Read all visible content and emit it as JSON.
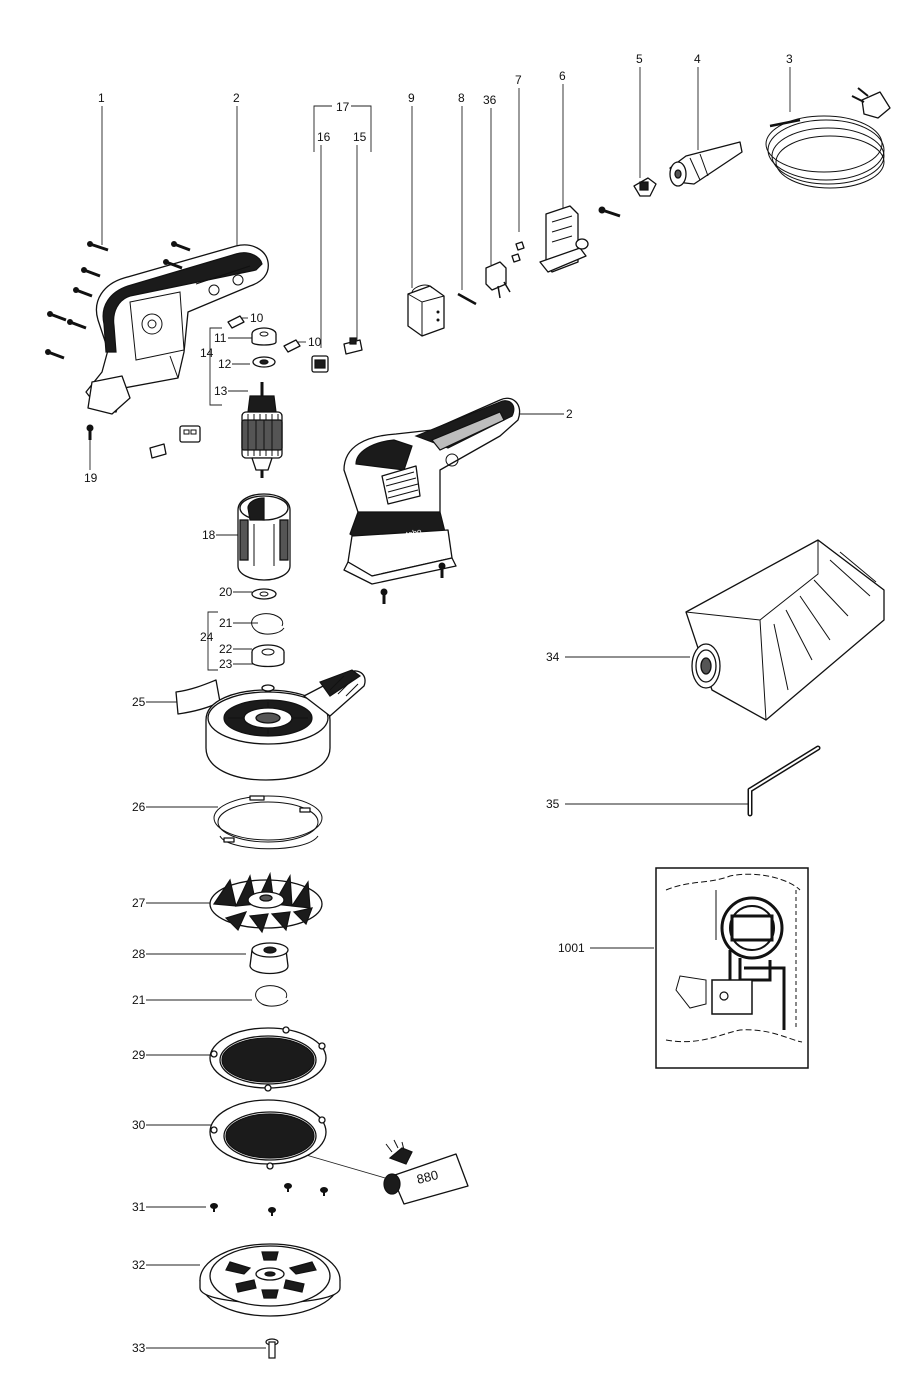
{
  "callouts": {
    "c1": "1",
    "c2": "2",
    "c2b": "2",
    "c3": "3",
    "c4": "4",
    "c5": "5",
    "c6": "6",
    "c7": "7",
    "c8": "8",
    "c9": "9",
    "c10": "10",
    "c10b": "10",
    "c11": "11",
    "c12": "12",
    "c13": "13",
    "c14": "14",
    "c15": "15",
    "c16": "16",
    "c17": "17",
    "c18": "18",
    "c19": "19",
    "c20": "20",
    "c21": "21",
    "c21b": "21",
    "c22": "22",
    "c23": "23",
    "c24": "24",
    "c25": "25",
    "c26": "26",
    "c27": "27",
    "c28": "28",
    "c29": "29",
    "c30": "30",
    "c31": "31",
    "c32": "32",
    "c33": "33",
    "c34": "34",
    "c35": "35",
    "c36": "36",
    "c1001": "1001"
  },
  "product_labels": {
    "grease_tube": "880",
    "housing_brand": "metabo"
  },
  "icons": [
    "screw-icon",
    "hex-key-icon",
    "dust-bag-icon",
    "power-cord-icon",
    "wiring-diagram-icon"
  ]
}
